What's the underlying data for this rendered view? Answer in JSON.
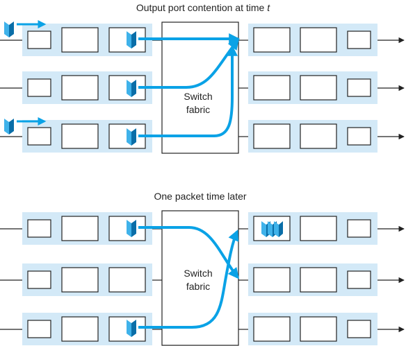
{
  "colors": {
    "port_background": "#d3e9f7",
    "arrow": "#0aa2e6",
    "packet_light": "#3fb2ea",
    "packet_dark": "#0a6ea8",
    "line": "#222222",
    "box_fill": "#ffffff"
  },
  "panels": [
    {
      "id": "top",
      "title_main": "Output port contention at time ",
      "title_var": "t",
      "fabric_line1": "Switch",
      "fabric_line2": "fabric",
      "input_packets": [
        "row-1",
        "row-2",
        "row-3"
      ],
      "incoming_packets": [
        "row-1",
        "row-3"
      ],
      "output_queue_packets": "none",
      "routes": [
        "row-1 to output row-1",
        "row-2 to output row-1",
        "row-3 to output row-1"
      ]
    },
    {
      "id": "bottom",
      "title_main": "One packet time later",
      "title_var": "",
      "fabric_line1": "Switch",
      "fabric_line2": "fabric",
      "input_packets": [
        "row-1",
        "row-3"
      ],
      "incoming_packets": [],
      "output_queue_packets": "three packets at output row-1",
      "routes": [
        "row-1 to output row-2",
        "row-3 to output row-1"
      ]
    }
  ]
}
